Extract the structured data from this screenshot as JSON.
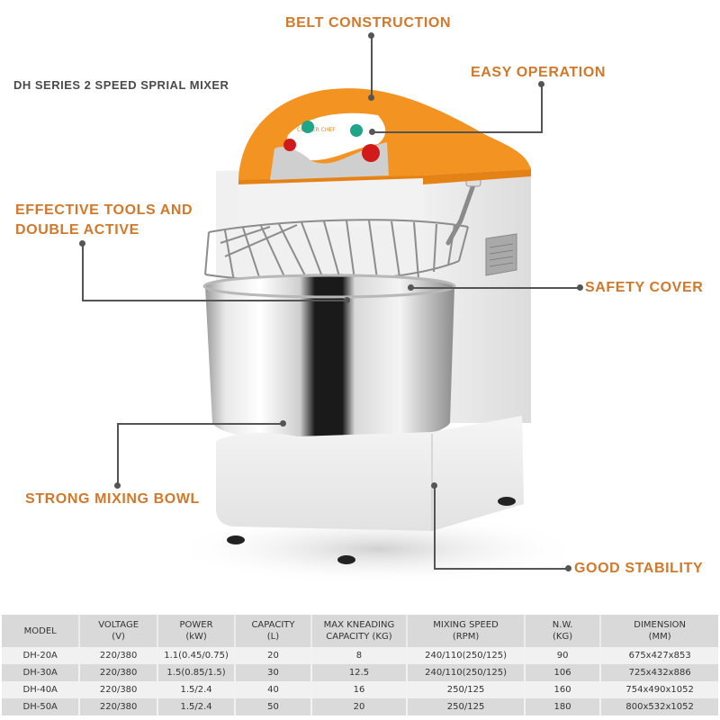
{
  "title": "DH SERIES 2 SPEED SPRIAL MIXER",
  "brand_logo": "COLDER CHEF",
  "accent_color": "#d2782a",
  "callouts": {
    "belt_construction": "BELT CONSTRUCTION",
    "easy_operation": "EASY OPERATION",
    "effective_tools_line1": "EFFECTIVE TOOLS AND",
    "effective_tools_line2": "DOUBLE ACTIVE",
    "safety_cover": "SAFETY COVER",
    "strong_mixing_bowl": "STRONG MIXING BOWL",
    "good_stability": "GOOD STABILITY"
  },
  "spec_table": {
    "headers": [
      {
        "line1": "MODEL",
        "line2": ""
      },
      {
        "line1": "VOLTAGE",
        "line2": "(V)"
      },
      {
        "line1": "POWER",
        "line2": "(kW)"
      },
      {
        "line1": "CAPACITY",
        "line2": "(L)"
      },
      {
        "line1": "MAX KNEADING",
        "line2": "CAPACITY (KG)"
      },
      {
        "line1": "MIXING SPEED",
        "line2": "(RPM)"
      },
      {
        "line1": "N.W.",
        "line2": "(KG)"
      },
      {
        "line1": "DIMENSION",
        "line2": "(MM)"
      }
    ],
    "rows": [
      [
        "DH-20A",
        "220/380",
        "1.1(0.45/0.75)",
        "20",
        "8",
        "240/110(250/125)",
        "90",
        "675x427x853"
      ],
      [
        "DH-30A",
        "220/380",
        "1.5(0.85/1.5)",
        "30",
        "12.5",
        "240/110(250/125)",
        "106",
        "725x432x886"
      ],
      [
        "DH-40A",
        "220/380",
        "1.5/2.4",
        "40",
        "16",
        "250/125",
        "160",
        "754x490x1052"
      ],
      [
        "DH-50A",
        "220/380",
        "1.5/2.4",
        "50",
        "20",
        "250/125",
        "180",
        "800x532x1052"
      ]
    ]
  }
}
